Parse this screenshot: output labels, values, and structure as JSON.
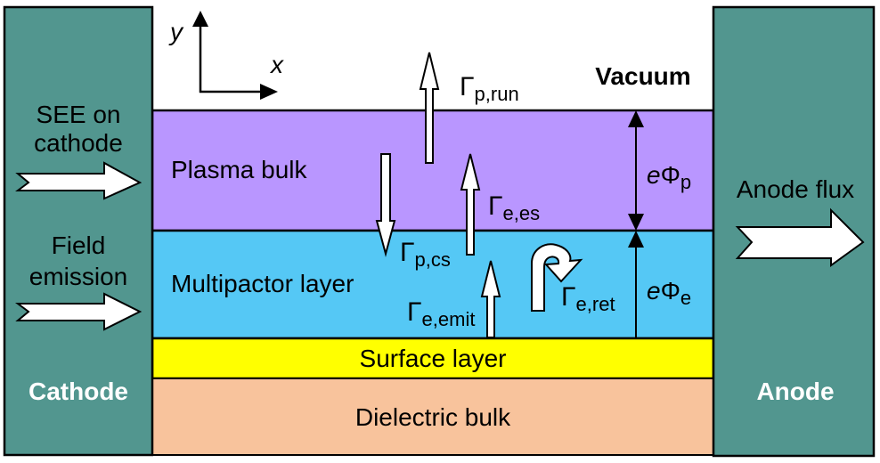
{
  "colors": {
    "electrode": "#52968F",
    "vacuum": "#FFFFFF",
    "plasma_bulk": "#B996FF",
    "multipactor_layer": "#55C8F5",
    "surface_layer": "#FFFF00",
    "dielectric_bulk": "#F8C39C",
    "outline": "#000000",
    "arrow_fill": "#FFFFFF"
  },
  "electrodes": {
    "cathode": {
      "label": "Cathode"
    },
    "anode": {
      "label": "Anode"
    }
  },
  "axes": {
    "x": "x",
    "y": "y"
  },
  "regions": {
    "vacuum": "Vacuum",
    "plasma_bulk": "Plasma bulk",
    "multipactor_layer": "Multipactor layer",
    "surface_layer": "Surface layer",
    "dielectric_bulk": "Dielectric bulk"
  },
  "inputs": {
    "see_line1": "SEE on",
    "see_line2": "cathode",
    "field_line1": "Field",
    "field_line2": "emission"
  },
  "output": {
    "anode_flux": "Anode flux"
  },
  "fluxes": {
    "p_run": {
      "symbol": "Γ",
      "sub": "p,run"
    },
    "p_cs": {
      "symbol": "Γ",
      "sub": "p,cs"
    },
    "e_es": {
      "symbol": "Γ",
      "sub": "e,es"
    },
    "e_emit": {
      "symbol": "Γ",
      "sub": "e,emit"
    },
    "e_ret": {
      "symbol": "Γ",
      "sub": "e,ret"
    }
  },
  "potentials": {
    "plasma": {
      "prefix": "e",
      "symbol": "Φ",
      "sub": "p"
    },
    "electron": {
      "prefix": "e",
      "symbol": "Φ",
      "sub": "e"
    }
  }
}
